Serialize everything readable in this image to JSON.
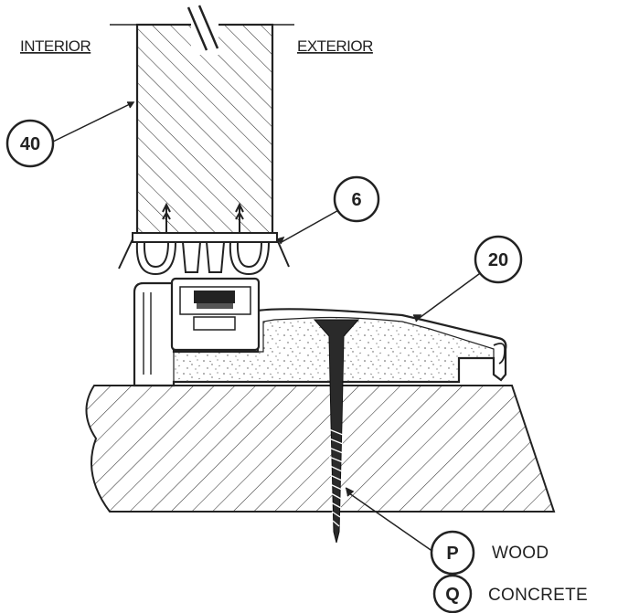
{
  "labels": {
    "interior": "INTERIOR",
    "exterior": "EXTERIOR"
  },
  "callouts": {
    "door": "40",
    "sweep": "6",
    "threshold": "20",
    "fastener_wood": "P",
    "fastener_concrete": "Q"
  },
  "legend": {
    "wood": "WOOD",
    "concrete": "CONCRETE"
  }
}
